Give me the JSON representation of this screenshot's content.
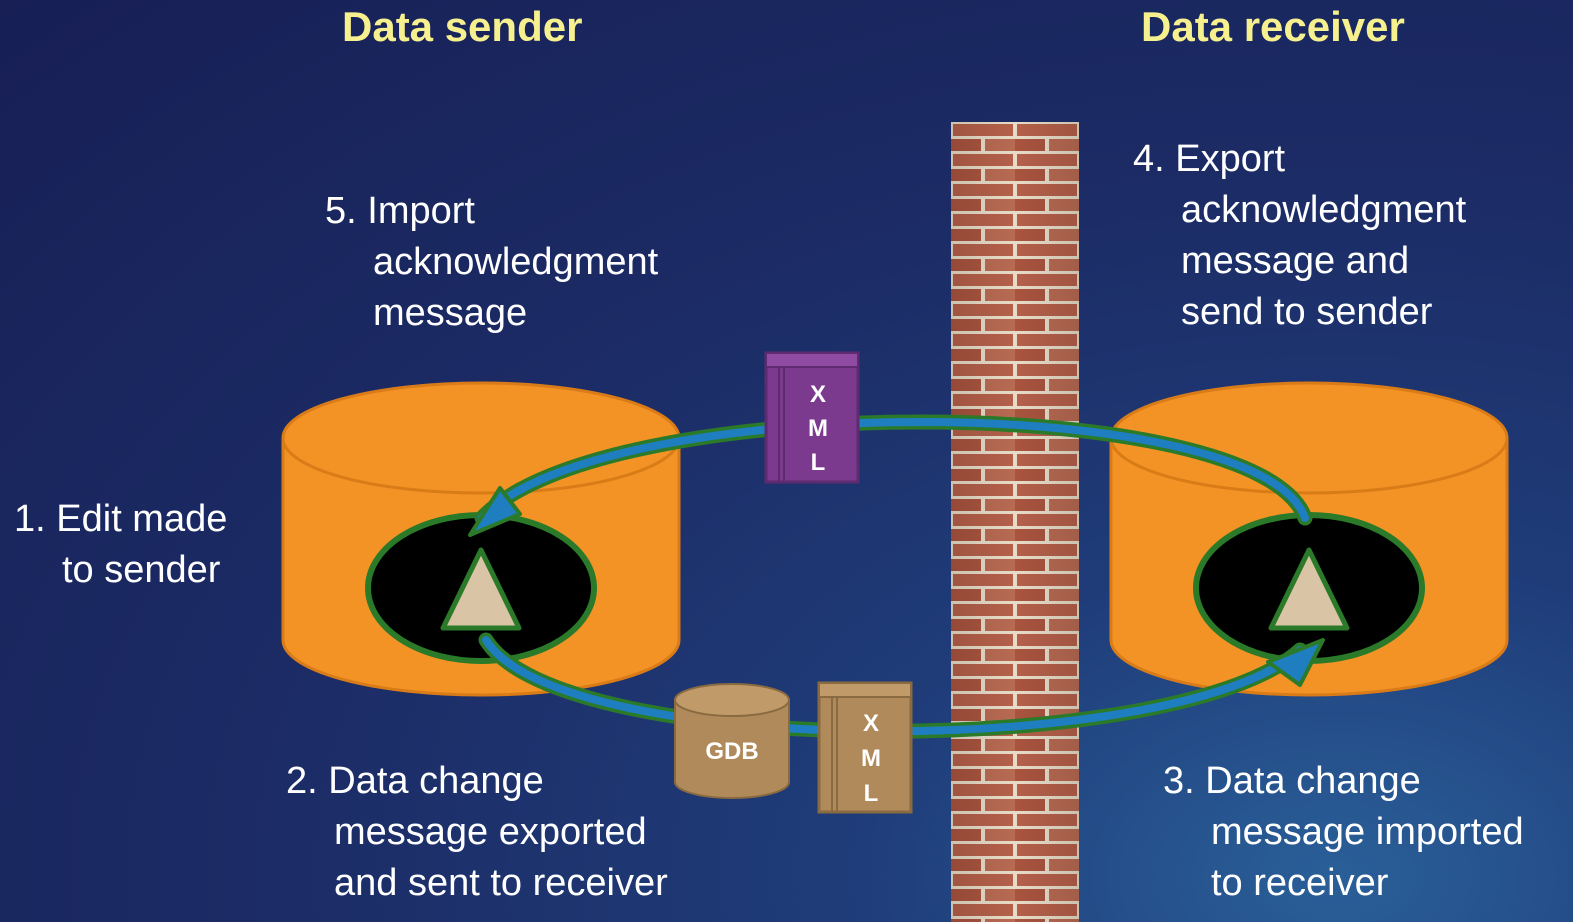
{
  "headings": {
    "sender": "Data sender",
    "receiver": "Data receiver"
  },
  "steps": {
    "step1": {
      "number": "1.",
      "lines": [
        "Edit made",
        "to sender"
      ]
    },
    "step2": {
      "number": "2.",
      "lines": [
        "Data change",
        "message exported",
        "and sent to receiver"
      ]
    },
    "step3": {
      "number": "3.",
      "lines": [
        "Data change",
        "message imported",
        "to receiver"
      ]
    },
    "step4": {
      "number": "4.",
      "lines": [
        "Export",
        "acknowledgment",
        "message and",
        "send to sender"
      ]
    },
    "step5": {
      "number": "5.",
      "lines": [
        "Import",
        "acknowledgment",
        "message"
      ]
    }
  },
  "documents": {
    "top_xml": [
      "X",
      "M",
      "L"
    ],
    "bottom_xml": [
      "X",
      "M",
      "L"
    ],
    "gdb": "GDB"
  },
  "colors": {
    "heading": "#f7f08e",
    "database": "#f39325",
    "arrow_green": "#2a7a2a",
    "arrow_blue": "#1e7ec0",
    "xml_purple": "#7c3a8e",
    "gdb_tan": "#b08a5a",
    "brick": "#b5604a",
    "mortar": "#e8dcc8"
  }
}
